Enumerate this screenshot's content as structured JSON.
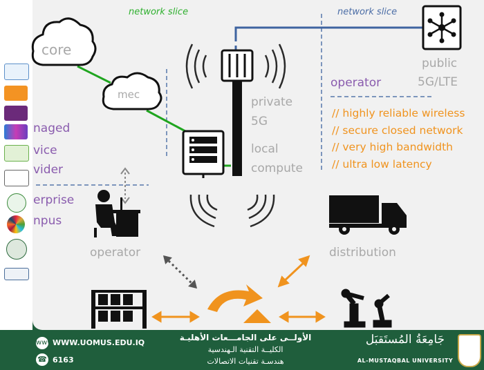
{
  "diagram": {
    "network_slice_green": "network slice",
    "network_slice_blue": "network slice",
    "core": "core",
    "mec": "mec",
    "private_5g_line1": "private",
    "private_5g_line2": "5G",
    "local_compute_line1": "local",
    "local_compute_line2": "compute",
    "public_line1": "public",
    "public_line2": "5G/LTE",
    "operator_right": "operator",
    "features": [
      "// highly reliable wireless",
      "// secure closed network",
      "// very high bandwidth",
      "// ultra low latency"
    ],
    "managed_service_provider": [
      "naged",
      "vice",
      "vider"
    ],
    "enterprise_campus": [
      "erprise",
      "npus"
    ],
    "operator_bottom": "operator",
    "distribution": "distribution",
    "colors": {
      "orange": "#f0931e",
      "green_link": "#1fa51f",
      "blue_link": "#3e64a0",
      "purple": "#8a5cae",
      "gray_text": "#a8a8a8"
    }
  },
  "sidebar": {
    "logos": [
      "rur-logo",
      "the-logo",
      "the-university-impact-logo",
      "multirank-logo",
      "greenmetric-logo",
      "ministry-logo",
      "quality-logo",
      "sdg-logo",
      "emblem-logo",
      "webometrics-logo"
    ]
  },
  "footer": {
    "website": "WWW.UOMUS.EDU.IQ",
    "phone": "6163",
    "arabic_line1": "الأولــى على الجامـــعات الأهليـة",
    "arabic_line2": "الكليــة التقنية الـهندسية",
    "arabic_line3": "هندسـة تقنيات الاتصالات",
    "university_ar": "جَامِعَةُ المُستَقبَل",
    "university_en": "AL-MUSTAQBAL UNIVERSITY"
  }
}
